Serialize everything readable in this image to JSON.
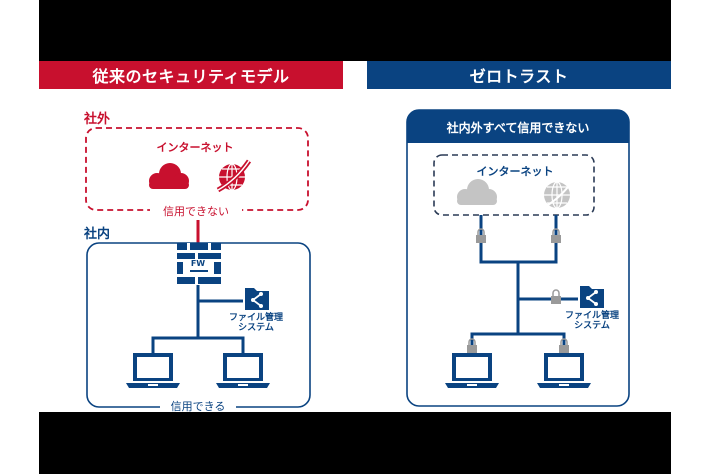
{
  "colors": {
    "red": "#c8102e",
    "navy": "#0a4381",
    "gray": "#b4b4b4",
    "black": "#000000"
  },
  "left": {
    "header": "従来のセキュリティモデル",
    "outside_label": "社外",
    "inside_label": "社内",
    "internet_label": "インターネット",
    "untrusted_label": "信用できない",
    "trusted_label": "信用できる",
    "firewall_label": "FW",
    "file_system_label_1": "ファイル管理",
    "file_system_label_2": "システム"
  },
  "right": {
    "header": "ゼロトラスト",
    "banner": "社内外すべて信用できない",
    "internet_label": "インターネット",
    "file_system_label_1": "ファイル管理",
    "file_system_label_2": "システム"
  }
}
